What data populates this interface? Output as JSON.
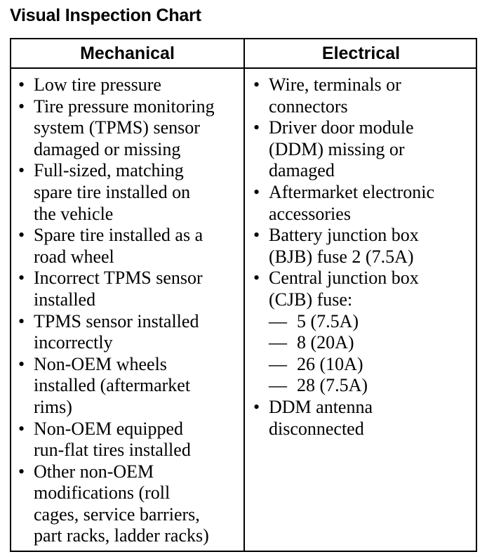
{
  "title": "Visual Inspection Chart",
  "columns": [
    {
      "header": "Mechanical",
      "items": [
        {
          "lines": [
            "Low tire pressure"
          ]
        },
        {
          "lines": [
            "Tire pressure monitoring",
            "system (TPMS) sensor",
            "damaged or missing"
          ]
        },
        {
          "lines": [
            "Full-sized, matching",
            "spare tire installed on",
            "the vehicle"
          ]
        },
        {
          "lines": [
            "Spare tire installed as a",
            "road wheel"
          ]
        },
        {
          "lines": [
            "Incorrect TPMS sensor",
            "installed"
          ]
        },
        {
          "lines": [
            "TPMS sensor installed",
            "incorrectly"
          ]
        },
        {
          "lines": [
            "Non-OEM wheels",
            "installed (aftermarket",
            "rims)"
          ]
        },
        {
          "lines": [
            "Non-OEM equipped",
            "run-flat tires installed"
          ]
        },
        {
          "lines": [
            "Other non-OEM",
            "modifications (roll",
            "cages, service barriers,",
            "part racks, ladder racks)"
          ]
        }
      ]
    },
    {
      "header": "Electrical",
      "items": [
        {
          "lines": [
            "Wire, terminals or",
            "connectors"
          ]
        },
        {
          "lines": [
            "Driver door module",
            "(DDM) missing or",
            "damaged"
          ]
        },
        {
          "lines": [
            "Aftermarket electronic",
            "accessories"
          ]
        },
        {
          "lines": [
            "Battery junction box",
            "(BJB) fuse 2 (7.5A)"
          ]
        },
        {
          "lines": [
            "Central junction box",
            "(CJB) fuse:"
          ],
          "subitems": [
            {
              "dash": "—",
              "text": "5 (7.5A)"
            },
            {
              "dash": "—",
              "text": "8 (20A)"
            },
            {
              "dash": "—",
              "text": "26 (10A)"
            },
            {
              "dash": "—",
              "text": "28 (7.5A)"
            }
          ]
        },
        {
          "lines": [
            "DDM antenna",
            "disconnected"
          ]
        }
      ]
    }
  ]
}
